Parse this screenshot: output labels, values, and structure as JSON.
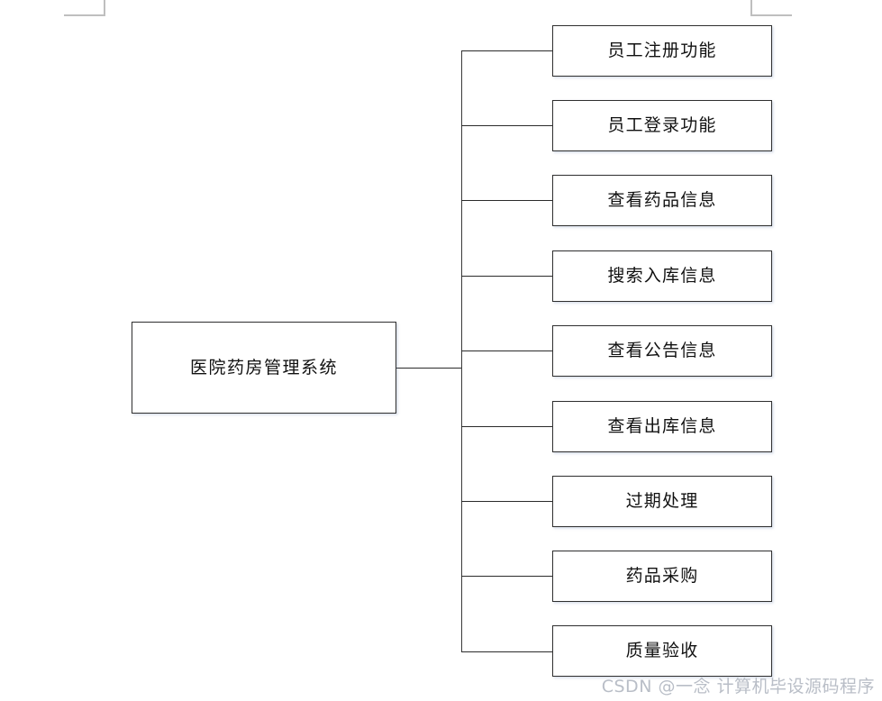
{
  "diagram": {
    "type": "tree",
    "orientation": "left-to-right",
    "root": {
      "label": "医院药房管理系统"
    },
    "children": [
      {
        "label": "员工注册功能"
      },
      {
        "label": "员工登录功能"
      },
      {
        "label": "查看药品信息"
      },
      {
        "label": "搜索入库信息"
      },
      {
        "label": "查看公告信息"
      },
      {
        "label": "查看出库信息"
      },
      {
        "label": "过期处理"
      },
      {
        "label": "药品采购"
      },
      {
        "label": "质量验收"
      }
    ]
  },
  "watermark": {
    "text": "CSDN @一念 计算机毕设源码程序"
  },
  "colors": {
    "background": "#ffffff",
    "box_border": "#2f2f2f",
    "box_fill": "#ffffff",
    "connector": "#2b2b2b",
    "text": "#111111",
    "margin_mark": "#bfbfbf",
    "watermark": "#b9bec7"
  }
}
